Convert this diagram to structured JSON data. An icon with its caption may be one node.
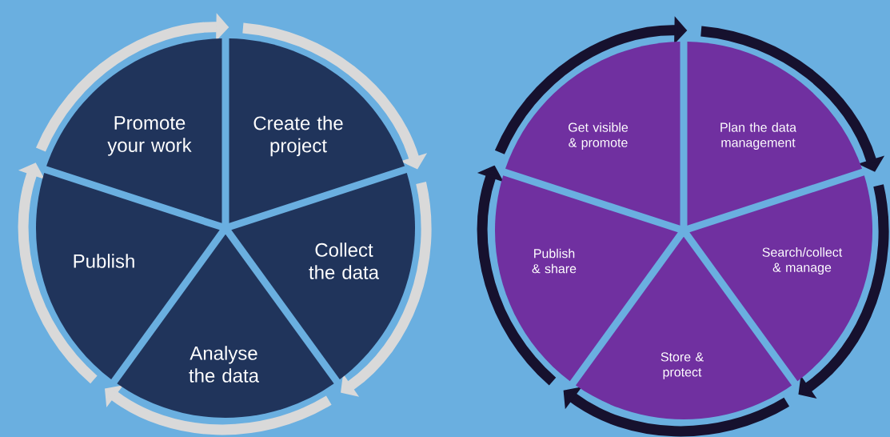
{
  "diagram": {
    "nodes": [
      {
        "text": [
          "Create the project"
        ]
      },
      {
        "text": [
          "Collect the data"
        ]
      },
      {
        "text": [
          "Analyse the data"
        ]
      },
      {
        "text": [
          "Publish"
        ]
      },
      {
        "text": [
          "Promote your work"
        ]
      },
      {
        "text": [
          "Plan the data management"
        ]
      },
      {
        "text": [
          "Search/collect & manage"
        ]
      },
      {
        "text": [
          "Store & protect"
        ]
      },
      {
        "text": [
          "Publish & share"
        ]
      },
      {
        "text": [
          "Get visible & promote"
        ]
      }
    ]
  }
}
